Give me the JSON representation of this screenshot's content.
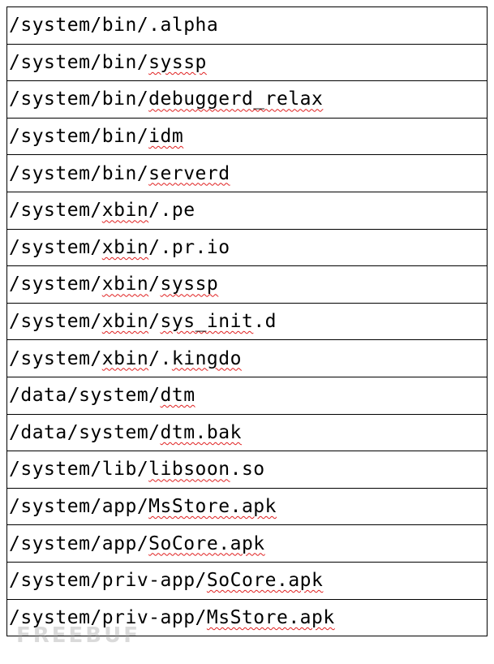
{
  "table": {
    "rows": [
      {
        "path": "/system/bin/.alpha",
        "segments": [
          {
            "text": "/system/bin/.alpha",
            "flag": false
          }
        ]
      },
      {
        "path": "/system/bin/syssp",
        "segments": [
          {
            "text": "/system/bin/",
            "flag": false
          },
          {
            "text": "syssp",
            "flag": true
          }
        ]
      },
      {
        "path": "/system/bin/debuggerd_relax",
        "segments": [
          {
            "text": "/system/bin/",
            "flag": false
          },
          {
            "text": "debuggerd_relax",
            "flag": true
          }
        ]
      },
      {
        "path": "/system/bin/idm",
        "segments": [
          {
            "text": "/system/bin/",
            "flag": false
          },
          {
            "text": "idm",
            "flag": true
          }
        ]
      },
      {
        "path": "/system/bin/serverd",
        "segments": [
          {
            "text": "/system/bin/",
            "flag": false
          },
          {
            "text": "serverd",
            "flag": true
          }
        ]
      },
      {
        "path": "/system/xbin/.pe",
        "segments": [
          {
            "text": "/system/",
            "flag": false
          },
          {
            "text": "xbin",
            "flag": true
          },
          {
            "text": "/.pe",
            "flag": false
          }
        ]
      },
      {
        "path": "/system/xbin/.pr.io",
        "segments": [
          {
            "text": "/system/",
            "flag": false
          },
          {
            "text": "xbin",
            "flag": true
          },
          {
            "text": "/.pr.io",
            "flag": false
          }
        ]
      },
      {
        "path": "/system/xbin/syssp",
        "segments": [
          {
            "text": "/system/",
            "flag": false
          },
          {
            "text": "xbin",
            "flag": true
          },
          {
            "text": "/",
            "flag": false
          },
          {
            "text": "syssp",
            "flag": true
          }
        ]
      },
      {
        "path": "/system/xbin/sys_init.d",
        "segments": [
          {
            "text": "/system/",
            "flag": false
          },
          {
            "text": "xbin",
            "flag": true
          },
          {
            "text": "/",
            "flag": false
          },
          {
            "text": "sys_init",
            "flag": true
          },
          {
            "text": ".d",
            "flag": false
          }
        ]
      },
      {
        "path": "/system/xbin/.kingdo",
        "segments": [
          {
            "text": "/system/",
            "flag": false
          },
          {
            "text": "xbin",
            "flag": true
          },
          {
            "text": "/.",
            "flag": false
          },
          {
            "text": "kingdo",
            "flag": true
          }
        ]
      },
      {
        "path": "/data/system/dtm",
        "segments": [
          {
            "text": "/data/system/",
            "flag": false
          },
          {
            "text": "dtm",
            "flag": true
          }
        ]
      },
      {
        "path": "/data/system/dtm.bak",
        "segments": [
          {
            "text": "/data/system/",
            "flag": false
          },
          {
            "text": "dtm.bak",
            "flag": true
          }
        ]
      },
      {
        "path": "/system/lib/libsoon.so",
        "segments": [
          {
            "text": "/system/lib/",
            "flag": false
          },
          {
            "text": "libsoon",
            "flag": true
          },
          {
            "text": ".so",
            "flag": false
          }
        ]
      },
      {
        "path": "/system/app/MsStore.apk",
        "segments": [
          {
            "text": "/system/app/",
            "flag": false
          },
          {
            "text": "MsStore.apk",
            "flag": true
          }
        ]
      },
      {
        "path": "/system/app/SoCore.apk",
        "segments": [
          {
            "text": "/system/app/",
            "flag": false
          },
          {
            "text": "SoCore.apk",
            "flag": true
          }
        ]
      },
      {
        "path": "/system/priv-app/SoCore.apk",
        "segments": [
          {
            "text": "/system/priv-app/",
            "flag": false
          },
          {
            "text": "SoCore.apk",
            "flag": true
          }
        ]
      },
      {
        "path": "/system/priv-app/MsStore.apk",
        "segments": [
          {
            "text": "/system/priv-app/",
            "flag": false
          },
          {
            "text": "MsStore.apk",
            "flag": true
          }
        ]
      }
    ]
  },
  "watermark": "FREEBUF",
  "colors": {
    "text": "#000000",
    "border": "#000000",
    "spellcheck_underline": "#e02020"
  }
}
